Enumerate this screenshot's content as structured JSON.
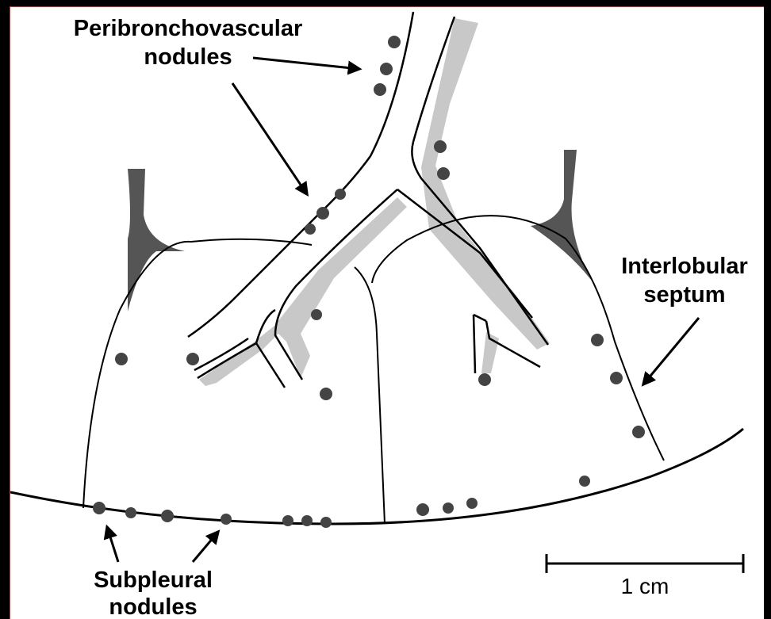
{
  "diagram": {
    "labels": {
      "peribronchovascular_line1": "Peribronchovascular",
      "peribronchovascular_line2": "nodules",
      "interlobular_line1": "Interlobular",
      "interlobular_line2": "septum",
      "subpleural_line1": "Subpleural",
      "subpleural_line2": "nodules",
      "scale": "1 cm"
    },
    "colors": {
      "background": "#000000",
      "paper": "#ffffff",
      "line": "#000000",
      "nodule": "#444444",
      "vessel_shadow": "#c8c8c8",
      "septal_vein": "#555555"
    }
  }
}
